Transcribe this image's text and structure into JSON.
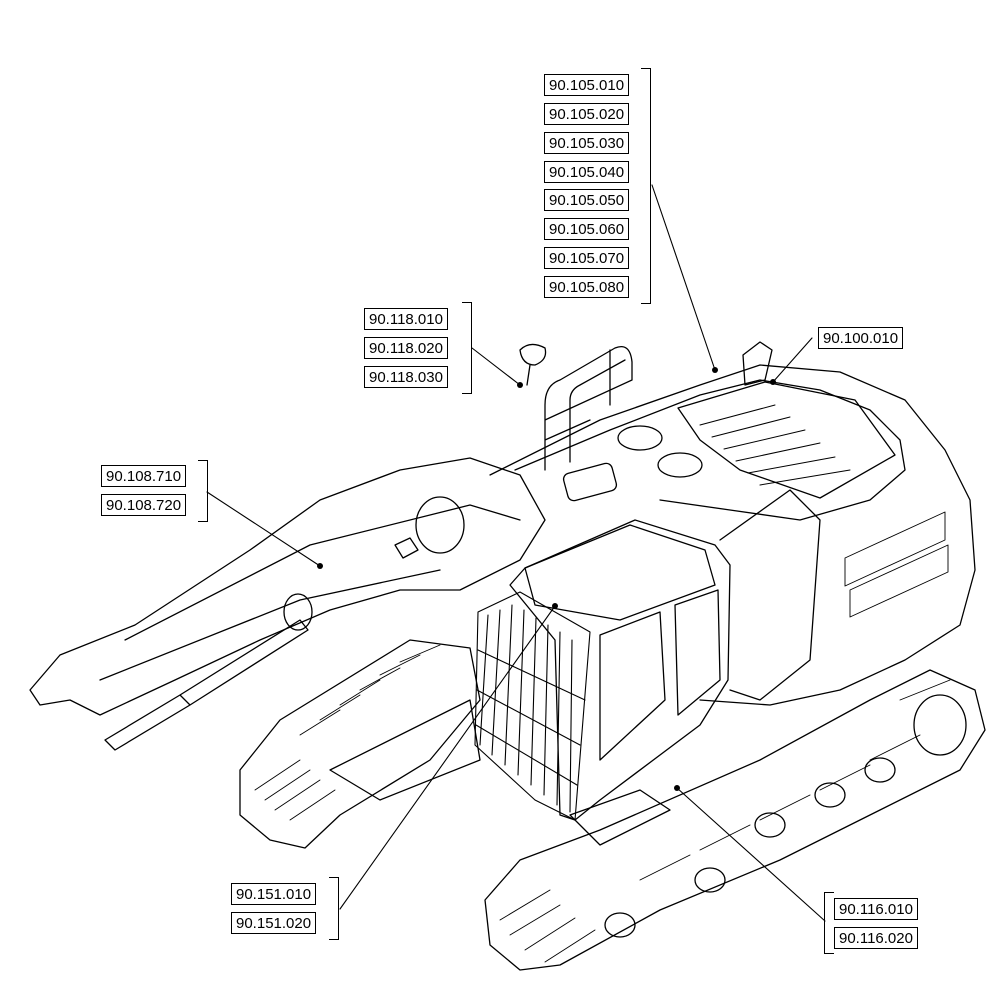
{
  "figure": {
    "kind": "excavator parts callout diagram",
    "groups": [
      {
        "id": "top",
        "refs": [
          "90.105.010",
          "90.105.020",
          "90.105.030",
          "90.105.040",
          "90.105.050",
          "90.105.060",
          "90.105.070",
          "90.105.080"
        ]
      },
      {
        "id": "counterweight",
        "refs": [
          "90.100.010"
        ]
      },
      {
        "id": "handrail",
        "refs": [
          "90.118.010",
          "90.118.020",
          "90.118.030"
        ]
      },
      {
        "id": "boom",
        "refs": [
          "90.108.710",
          "90.108.720"
        ]
      },
      {
        "id": "cab-guard",
        "refs": [
          "90.151.010",
          "90.151.020"
        ]
      },
      {
        "id": "undercarriage",
        "refs": [
          "90.116.010",
          "90.116.020"
        ]
      }
    ]
  }
}
